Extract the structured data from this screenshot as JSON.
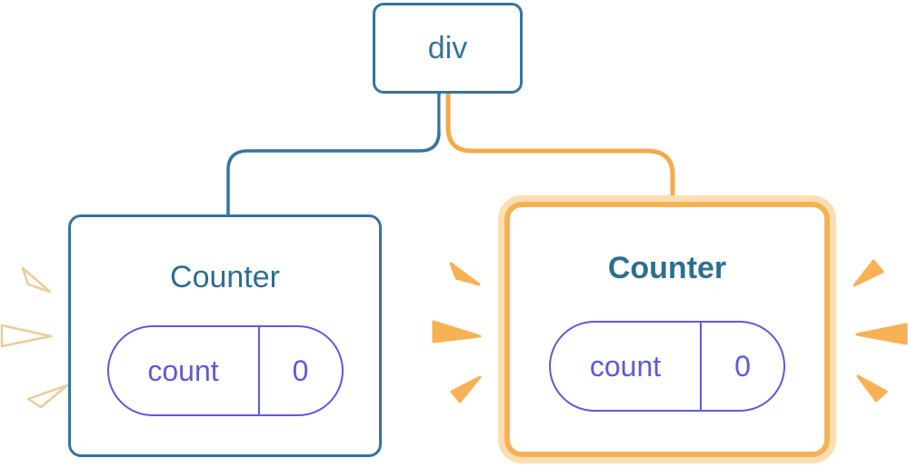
{
  "diagram": {
    "root_node": {
      "label": "div"
    },
    "left_counter": {
      "title": "Counter",
      "state": {
        "key": "count",
        "value": "0"
      },
      "highlighted": false
    },
    "right_counter": {
      "title": "Counter",
      "state": {
        "key": "count",
        "value": "0"
      },
      "highlighted": true
    }
  },
  "colors": {
    "blue": "#36749D",
    "teal": "#2D6E90",
    "purple": "#5D5BD5",
    "orange": "#F7B155",
    "orange_deep": "#F5A94B",
    "cream": "#FBDFB2",
    "spark_outline": "#E9CC9C"
  }
}
